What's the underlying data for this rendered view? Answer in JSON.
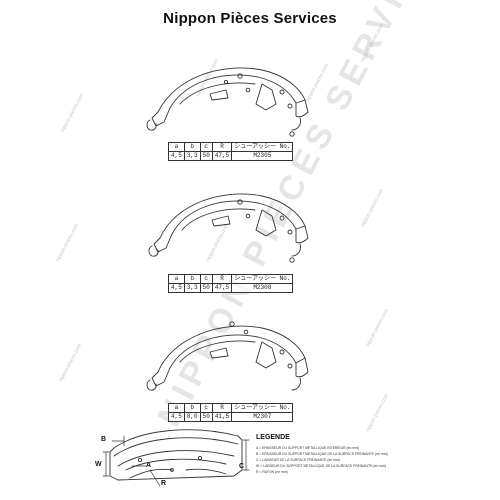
{
  "header": {
    "brand": "Nippon Pièces Services"
  },
  "watermark": {
    "big": "NIPPON PIECES SERVICES",
    "small": "nippon-pieces.com"
  },
  "spec_tables": [
    {
      "headers": [
        "a",
        "b",
        "c",
        "R",
        "シューアッシー No."
      ],
      "values": [
        "4,5",
        "3,3",
        "50",
        "47,5",
        "M2305"
      ]
    },
    {
      "headers": [
        "a",
        "b",
        "c",
        "R",
        "シューアッシー No."
      ],
      "values": [
        "4,5",
        "3,3",
        "50",
        "47,5",
        "M2308"
      ]
    },
    {
      "headers": [
        "a",
        "b",
        "c",
        "R",
        "シューアッシー No."
      ],
      "values": [
        "4,5",
        "8,0",
        "50",
        "41,5",
        "M2307"
      ]
    }
  ],
  "dimension_diagram": {
    "labels": {
      "b": "B",
      "w": "W",
      "c": "C",
      "a": "A",
      "r": "R"
    }
  },
  "legend": {
    "title": "LEGENDE",
    "items": [
      "A = EPAISSEUR DU SUPPORT METALLIQUE INTERIEUR (en mm)",
      "B = EPAISSEUR DU SUPPORT METALLIQUE DE LA SURFACE FREINANTE (en mm)",
      "C = LARGEUR DE LA SURFACE FREINANTE (en mm)",
      "W = LARGEUR DU SUPPORT METALLIQUE DE LA SURFACE FREINANTE (en mm)",
      "R = RAYON (en mm)"
    ]
  }
}
